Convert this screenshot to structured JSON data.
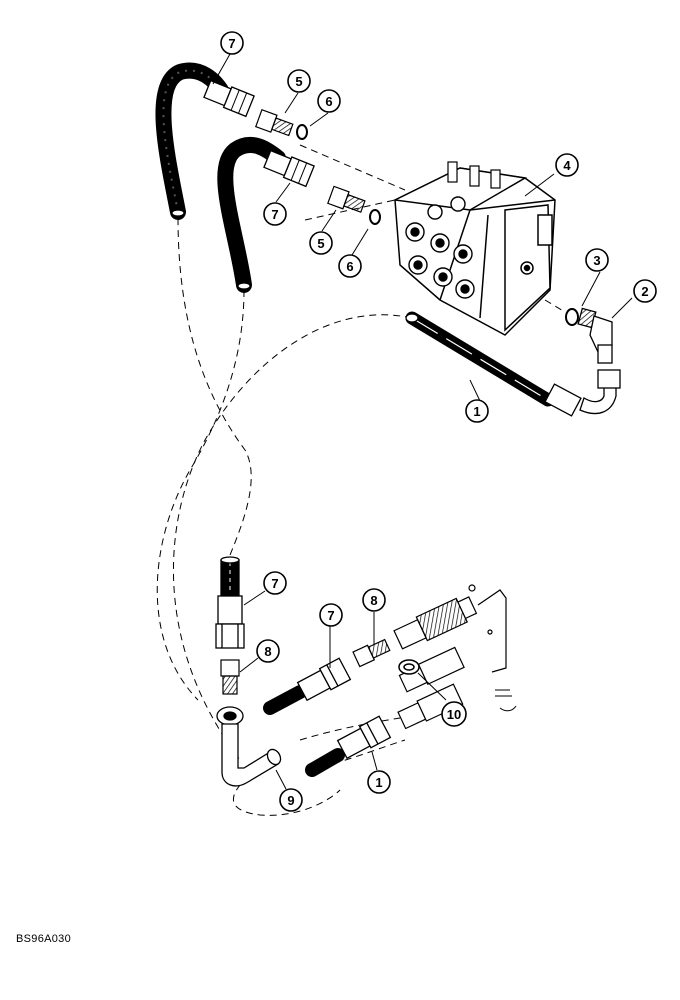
{
  "figure": {
    "reference_code": "BS96A030"
  },
  "callouts": [
    {
      "id": "c7a",
      "label": "7"
    },
    {
      "id": "c5a",
      "label": "5"
    },
    {
      "id": "c6a",
      "label": "6"
    },
    {
      "id": "c7b",
      "label": "7"
    },
    {
      "id": "c5b",
      "label": "5"
    },
    {
      "id": "c6b",
      "label": "6"
    },
    {
      "id": "c4",
      "label": "4"
    },
    {
      "id": "c3",
      "label": "3"
    },
    {
      "id": "c2",
      "label": "2"
    },
    {
      "id": "c1a",
      "label": "1"
    },
    {
      "id": "c7c",
      "label": "7"
    },
    {
      "id": "c8a",
      "label": "8"
    },
    {
      "id": "c7d",
      "label": "7"
    },
    {
      "id": "c8b",
      "label": "8"
    },
    {
      "id": "c10",
      "label": "10"
    },
    {
      "id": "c1b",
      "label": "1"
    },
    {
      "id": "c9",
      "label": "9"
    }
  ],
  "colors": {
    "ink": "#000000",
    "paper": "#ffffff",
    "shade": "#b5b5b5"
  }
}
